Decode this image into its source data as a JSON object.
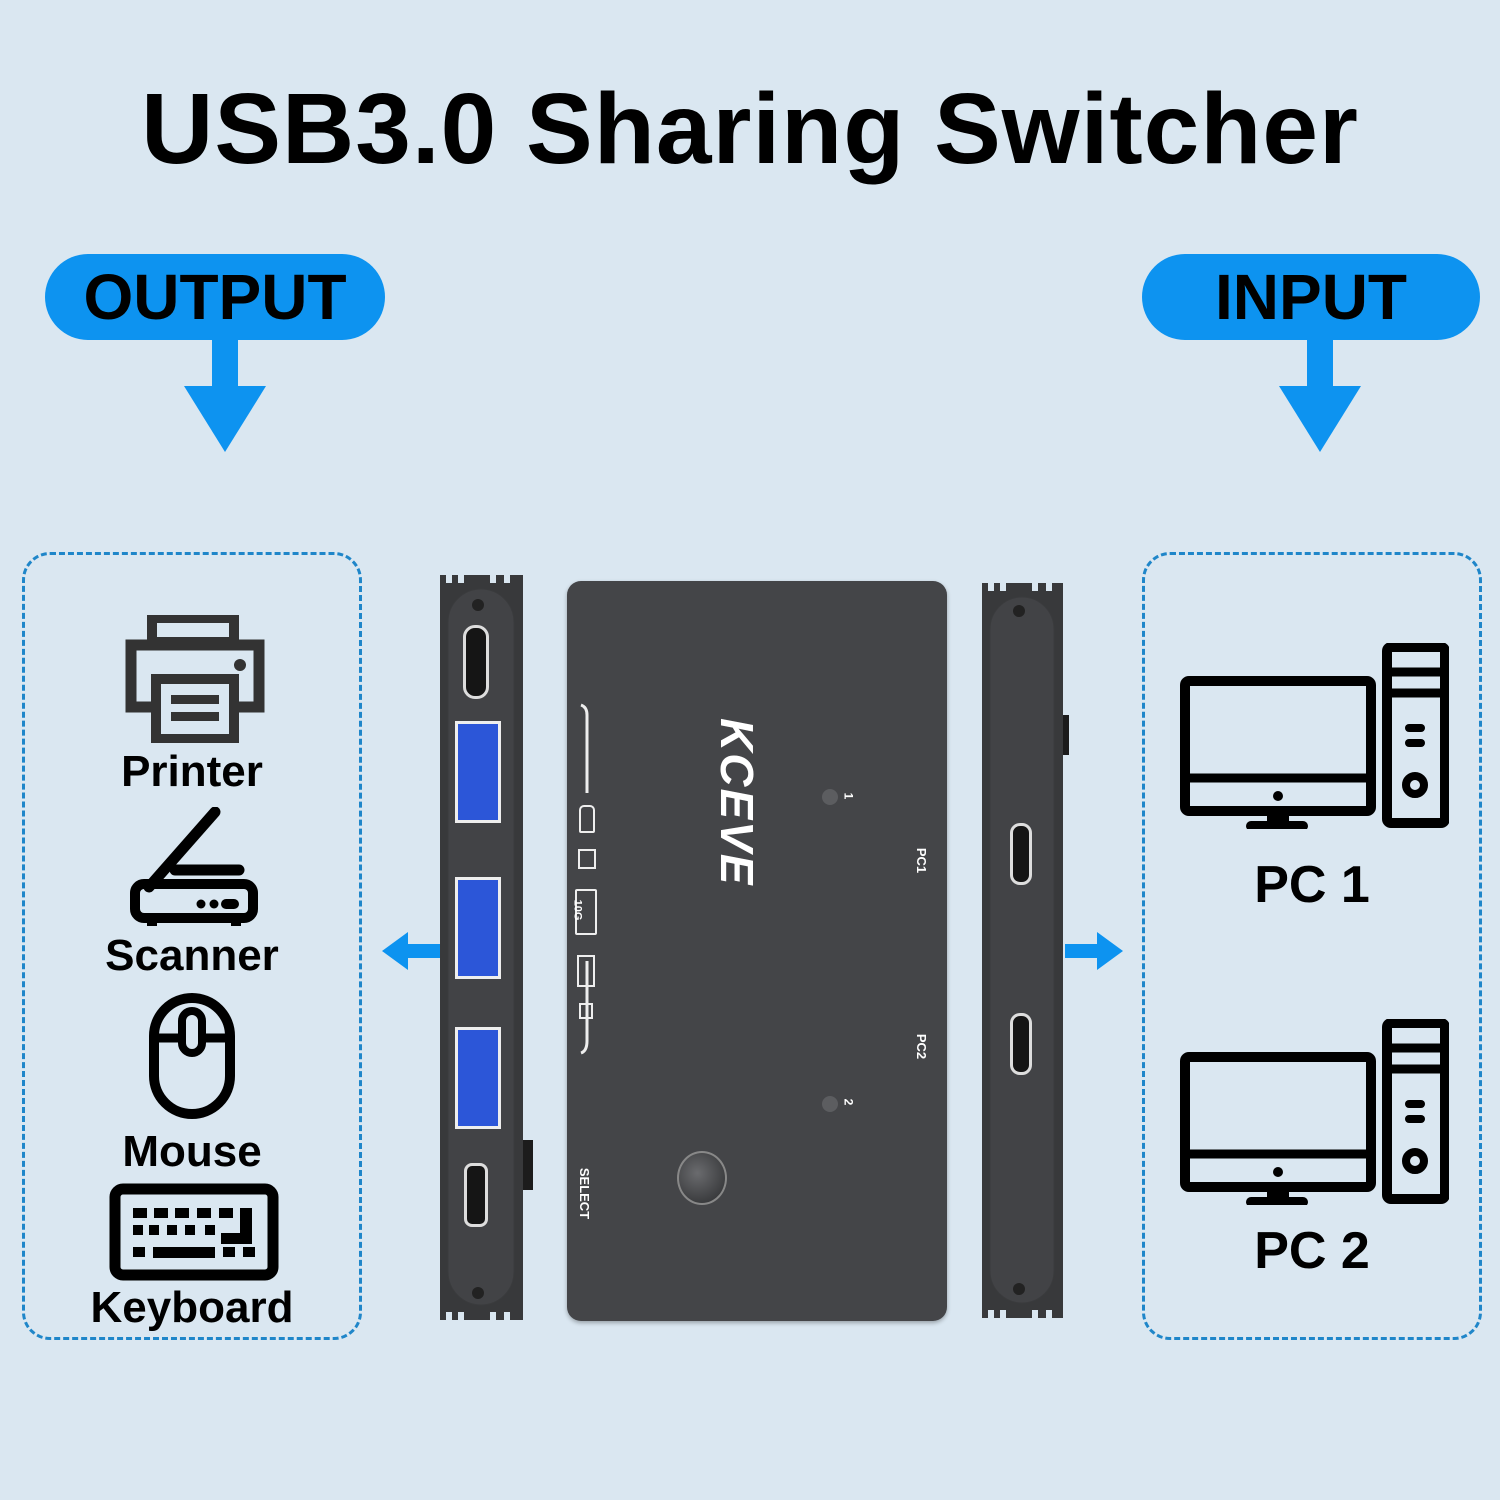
{
  "title": "USB3.0 Sharing Switcher",
  "output_label": "OUTPUT",
  "input_label": "INPUT",
  "accent_color": "#0d93f0",
  "output_devices": [
    {
      "label": "Printer",
      "icon": "printer-icon"
    },
    {
      "label": "Scanner",
      "icon": "scanner-icon"
    },
    {
      "label": "Mouse",
      "icon": "mouse-icon"
    },
    {
      "label": "Keyboard",
      "icon": "keyboard-icon"
    }
  ],
  "input_devices": [
    {
      "label": "PC 1",
      "icon": "desktop-computer-icon"
    },
    {
      "label": "PC 2",
      "icon": "desktop-computer-icon"
    }
  ],
  "device": {
    "brand": "KCEVE",
    "led1_label": "1",
    "led2_label": "2",
    "pc1_label": "PC1",
    "pc2_label": "PC2",
    "select_label": "SELECT",
    "speed_badge": "10G",
    "output_ports": [
      "usb-c",
      "usb-a-3.0",
      "usb-a-3.0",
      "usb-a-3.0",
      "micro-usb"
    ],
    "input_ports": [
      "usb-c",
      "usb-c"
    ]
  }
}
